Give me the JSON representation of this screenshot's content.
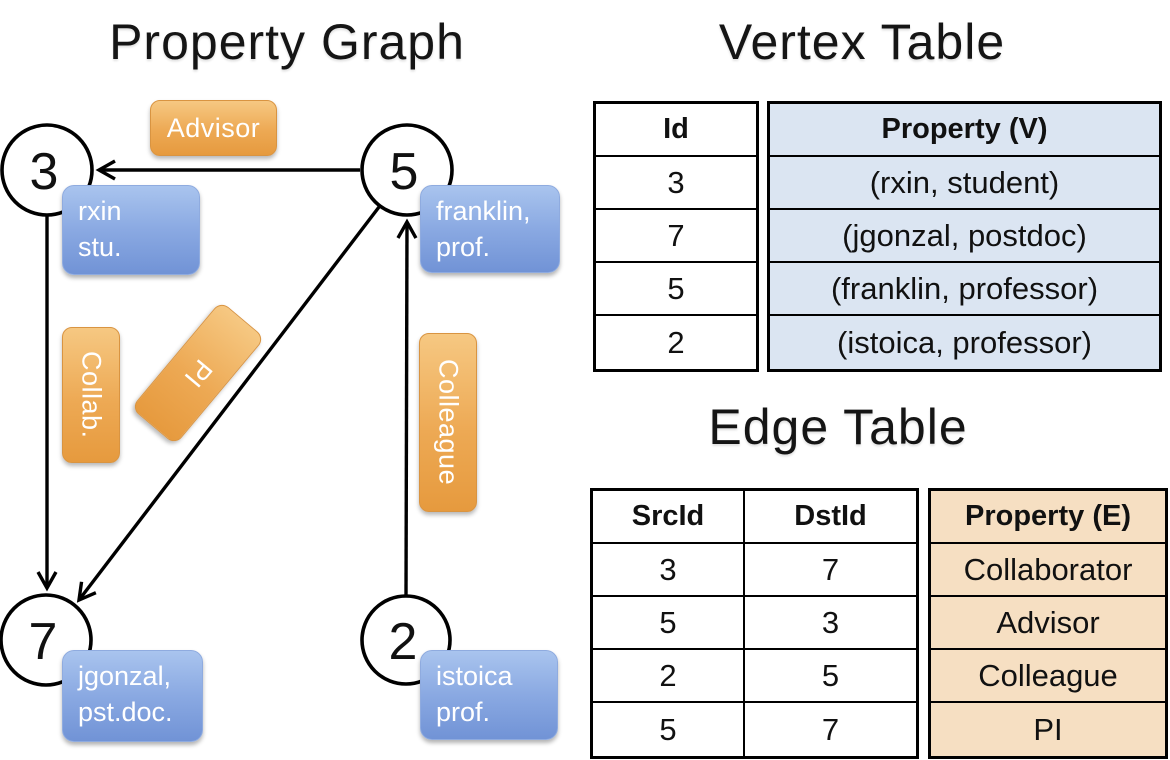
{
  "graph": {
    "title": "Property Graph",
    "nodes": [
      {
        "id": "3",
        "label_lines": [
          "rxin",
          "stu."
        ]
      },
      {
        "id": "5",
        "label_lines": [
          "franklin,",
          "prof."
        ]
      },
      {
        "id": "7",
        "label_lines": [
          "jgonzal,",
          "pst.doc."
        ]
      },
      {
        "id": "2",
        "label_lines": [
          "istoica",
          "prof."
        ]
      }
    ],
    "edge_labels": [
      "Advisor",
      "Collab.",
      "PI",
      "Colleague"
    ]
  },
  "vertex_table": {
    "title": "Vertex Table",
    "headers": [
      "Id",
      "Property (V)"
    ],
    "rows": [
      [
        "3",
        "(rxin, student)"
      ],
      [
        "7",
        "(jgonzal, postdoc)"
      ],
      [
        "5",
        "(franklin, professor)"
      ],
      [
        "2",
        "(istoica, professor)"
      ]
    ]
  },
  "edge_table": {
    "title": "Edge Table",
    "headers": [
      "SrcId",
      "DstId",
      "Property (E)"
    ],
    "rows": [
      [
        "3",
        "7",
        "Collaborator"
      ],
      [
        "5",
        "3",
        "Advisor"
      ],
      [
        "2",
        "5",
        "Colleague"
      ],
      [
        "5",
        "7",
        "PI"
      ]
    ]
  },
  "colors": {
    "edge_label_orange": "#ECA64E",
    "vertex_box_blue": "#88A7E0",
    "vertex_property_bg": "#DBE5F2",
    "edge_property_bg": "#F6DFC2",
    "line": "#000000"
  }
}
